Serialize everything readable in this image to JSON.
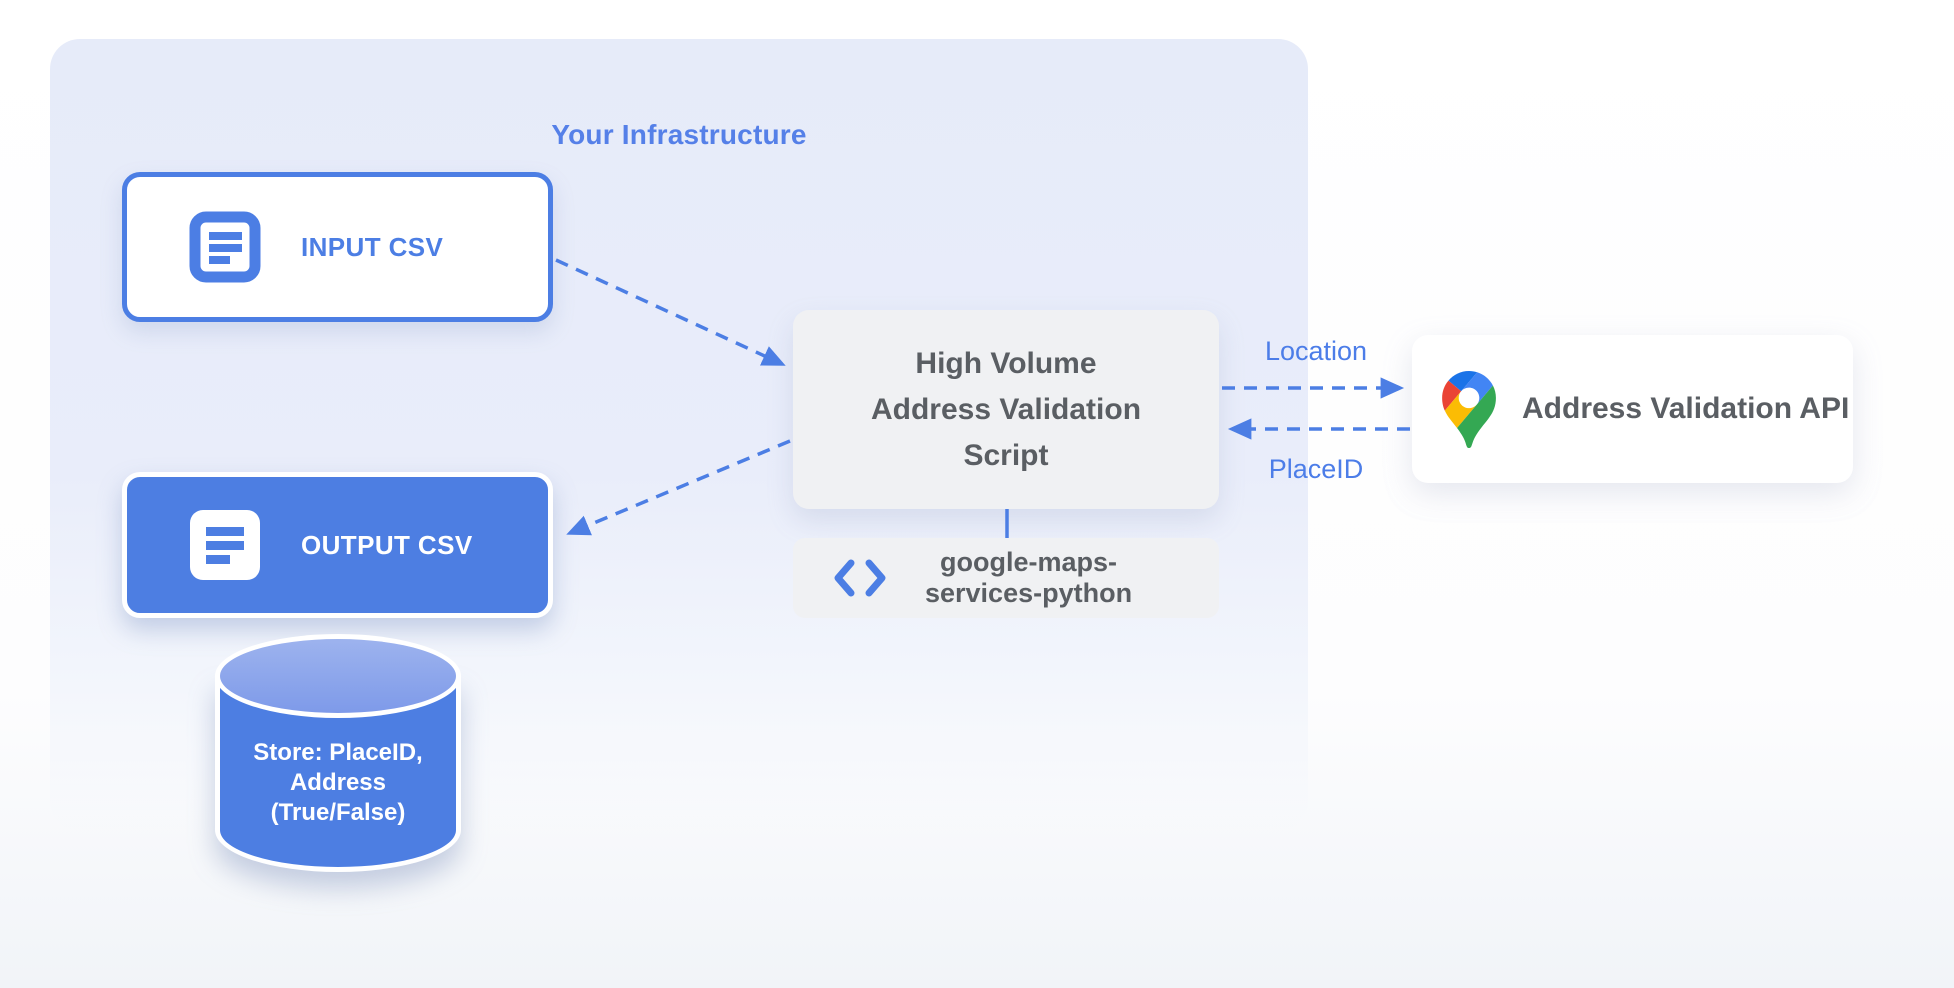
{
  "title": "Your Infrastructure",
  "nodes": {
    "input_csv": {
      "label": "INPUT CSV"
    },
    "output_csv": {
      "label": "OUTPUT CSV"
    },
    "script": {
      "label": "High Volume\nAddress Validation\nScript"
    },
    "library": {
      "label": "google-maps-\nservices-python"
    },
    "api": {
      "label": "Address Validation API"
    },
    "datastore": {
      "label": "Store: PlaceID,\nAddress\n(True/False)"
    }
  },
  "arrows": {
    "location_label": "Location",
    "placeid_label": "PlaceID"
  },
  "icons": {
    "input_csv": "document-icon",
    "output_csv": "document-icon",
    "library": "code-icon",
    "api": "google-maps-pin-icon"
  },
  "colors": {
    "accent_blue": "#4C7EE4",
    "fill_blue": "#4D7EE2",
    "title_blue": "#5580E8",
    "cylinder_top": "#8FA8EB",
    "gray_box": "#F0F1F3",
    "gray_text": "#5A5E63",
    "container_bg": "#E8EDFA",
    "pin_blue": "#4285F4",
    "pin_dark_blue": "#1A73E8",
    "pin_red": "#EA4335",
    "pin_yellow": "#FBBC04",
    "pin_green": "#34A853"
  }
}
